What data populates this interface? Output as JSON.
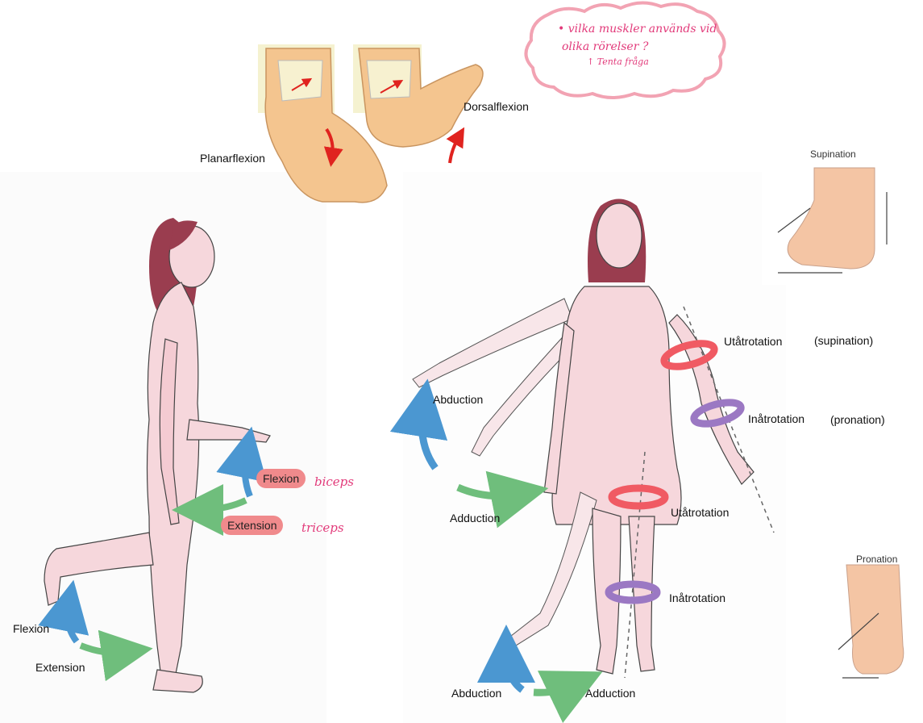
{
  "note": {
    "line1": "• vilka muskler används vid",
    "line2": "olika rörelser ?",
    "line3": "↑ Tenta fråga"
  },
  "foot": {
    "planar": "Planarflexion",
    "dorsal": "Dorsalflexion"
  },
  "left_figure": {
    "flexion_arm": "Flexion",
    "biceps": "biceps",
    "extension_arm": "Extension",
    "triceps": "triceps",
    "flexion_leg": "Flexion",
    "extension_leg": "Extension"
  },
  "right_figure": {
    "abduction_arm": "Abduction",
    "adduction_arm": "Adduction",
    "utatrotation_arm": "Utåtrotation",
    "supination": "(supination)",
    "inatrotation_arm": "Inåtrotation",
    "pronation": "(pronation)",
    "utatrotation_leg": "Utåtrotation",
    "inatrotation_leg": "Inåtrotation",
    "abduction_leg": "Abduction",
    "adduction_leg": "Adduction"
  },
  "thumbs": {
    "supination_title": "Supination",
    "pronation_title": "Pronation"
  },
  "colors": {
    "skin": "#f6d7dc",
    "foot_skin": "#f4c58f",
    "hair": "#9a3d4f",
    "blue_arrow": "#4b97d1",
    "green_arrow": "#6fbe7c",
    "red_rot": "#f05a63",
    "purple_rot": "#9b78c3",
    "note_border": "#f2a3b3"
  }
}
